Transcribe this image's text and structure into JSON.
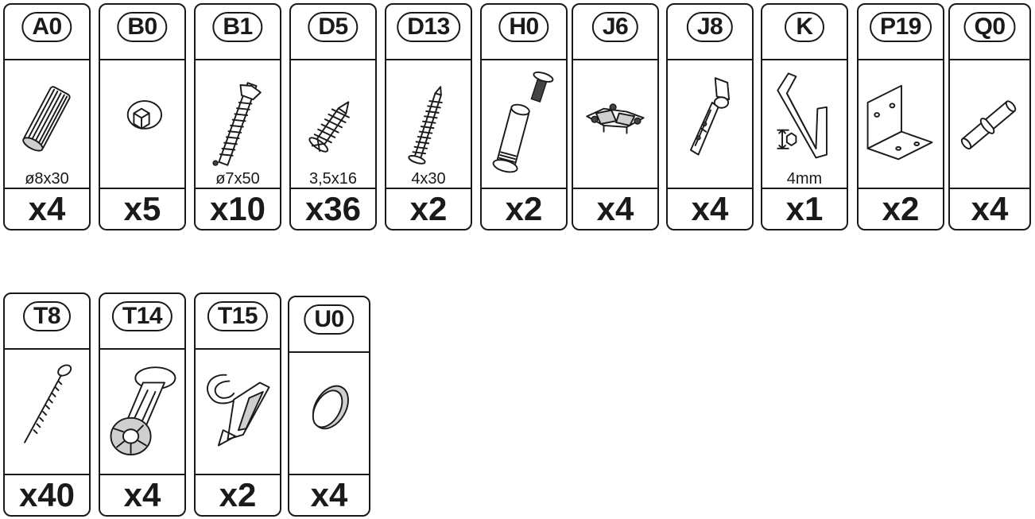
{
  "parts": [
    {
      "code": "A0",
      "icon": "dowel-icon",
      "dimension": "ø8x30",
      "quantity": "x4"
    },
    {
      "code": "B0",
      "icon": "cam-bolt-icon",
      "dimension": "",
      "quantity": "x5"
    },
    {
      "code": "B1",
      "icon": "connector-screw-icon",
      "dimension": "ø7x50",
      "quantity": "x10"
    },
    {
      "code": "D5",
      "icon": "short-screw-icon",
      "dimension": "3,5x16",
      "quantity": "x36"
    },
    {
      "code": "D13",
      "icon": "long-screw-icon",
      "dimension": "4x30",
      "quantity": "x2"
    },
    {
      "code": "H0",
      "icon": "barrel-nut-bolt-icon",
      "dimension": "",
      "quantity": "x2"
    },
    {
      "code": "J6",
      "icon": "mounting-plate-icon",
      "dimension": "",
      "quantity": "x4"
    },
    {
      "code": "J8",
      "icon": "hinge-icon",
      "dimension": "",
      "quantity": "x4"
    },
    {
      "code": "K",
      "icon": "hex-key-icon",
      "dimension": "4mm",
      "quantity": "x1"
    },
    {
      "code": "P19",
      "icon": "angle-bracket-icon",
      "dimension": "",
      "quantity": "x2"
    },
    {
      "code": "Q0",
      "icon": "shelf-pin-icon",
      "dimension": "",
      "quantity": "x4"
    },
    {
      "code": "T8",
      "icon": "nail-icon",
      "dimension": "",
      "quantity": "x40"
    },
    {
      "code": "T14",
      "icon": "adjustable-foot-icon",
      "dimension": "",
      "quantity": "x4"
    },
    {
      "code": "T15",
      "icon": "plinth-clip-icon",
      "dimension": "",
      "quantity": "x2"
    },
    {
      "code": "U0",
      "icon": "cover-cap-icon",
      "dimension": "",
      "quantity": "x4"
    }
  ]
}
